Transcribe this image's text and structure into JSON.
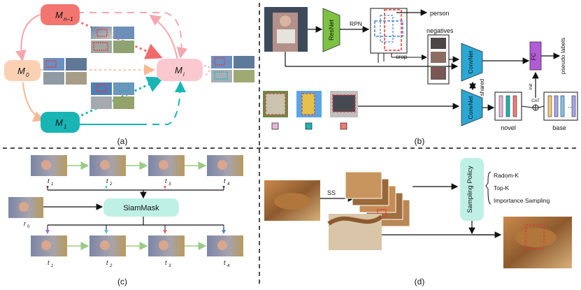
{
  "panel_a": {
    "caption": "(a)",
    "nodes": {
      "mn1": "M",
      "mn1_sub": "n−1",
      "m0": "M",
      "m0_sub": "0",
      "mi": "M",
      "mi_sub": "i",
      "m1": "M",
      "m1_sub": "1"
    },
    "colors": {
      "mn1": "#f2766f",
      "m0": "#fbd1b4",
      "mi": "#f9c9cf",
      "m1": "#19b5b5"
    }
  },
  "panel_b": {
    "caption": "(b)",
    "resnet": "ResNet",
    "rpn": "RPN",
    "person": "person",
    "crop": "crop",
    "negatives": "negatives",
    "convnet_top": "ConvNet",
    "convnet_bottom": "ConvNet",
    "shared": "shared",
    "fc": "FC",
    "pseudo_labels": "pseudo labels",
    "init": "init",
    "cat": "CAT",
    "novel": "novel",
    "base": "base",
    "colors": {
      "resnet": "#7dc242",
      "convnet": "#2aa7d4",
      "fc": "#b25bd6"
    }
  },
  "panel_c": {
    "caption": "(c)",
    "t_labels_top": [
      "t",
      "t",
      "t",
      "t"
    ],
    "t_subs_top": [
      "1",
      "2",
      "3",
      "4"
    ],
    "t_labels_bottom": [
      "t",
      "t",
      "t",
      "t"
    ],
    "t_subs_bottom": [
      "1",
      "2",
      "3",
      "4"
    ],
    "r0": "r",
    "r0_sub": "0",
    "siammask": "SiamMask",
    "arrow_colors": [
      "#a66ad8",
      "#5bc3e8",
      "#ef6b5e",
      "#4b86d8"
    ]
  },
  "panel_d": {
    "caption": "(d)",
    "ss": "SS",
    "sampling_policy": "Sampling Policy",
    "options": [
      "Radom-K",
      "Top-K",
      "Importance Sampling"
    ]
  }
}
